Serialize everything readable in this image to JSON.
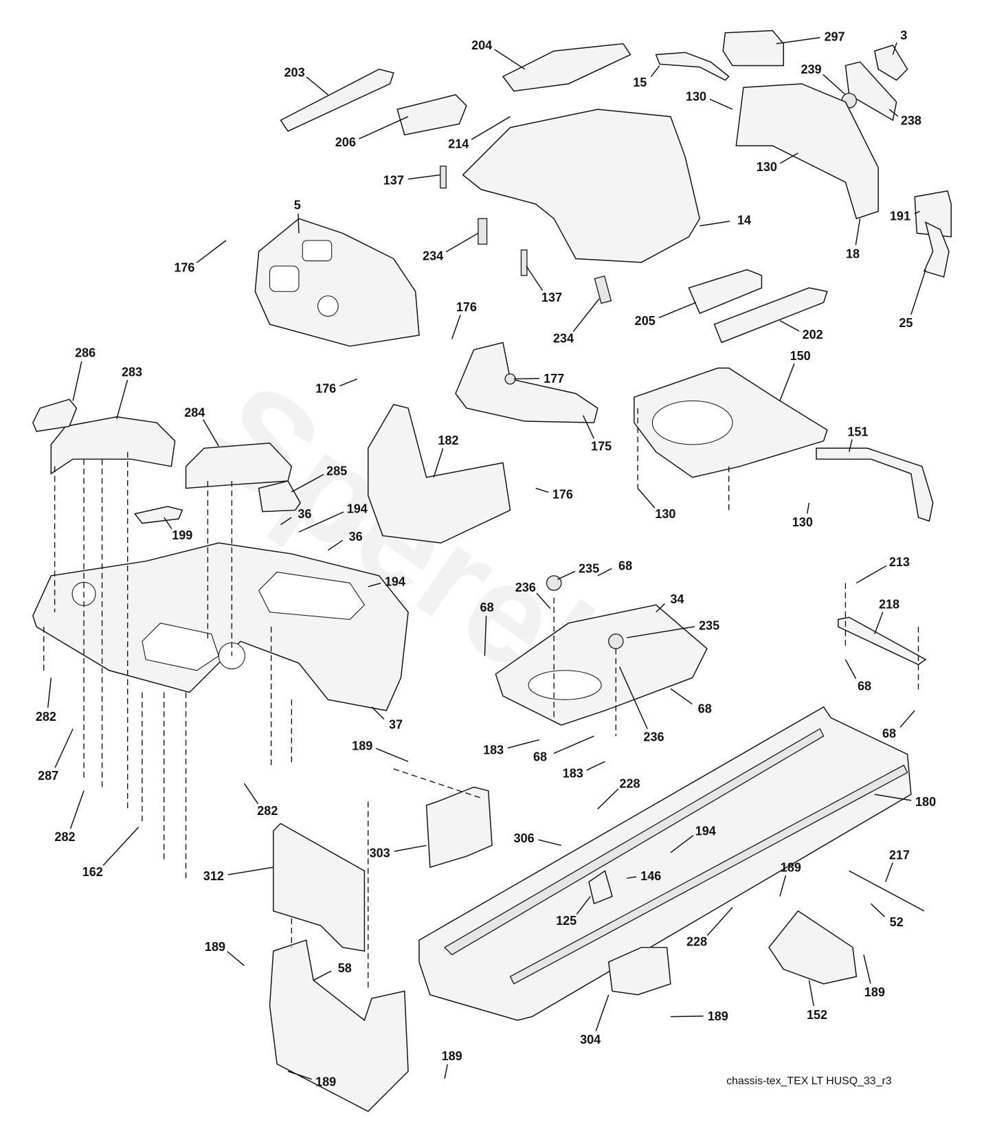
{
  "diagram": {
    "caption": "chassis-tex_TEX LT HUSQ_33_r3",
    "watermark": "Sperel",
    "labels": [
      "297",
      "3",
      "204",
      "239",
      "203",
      "15",
      "130",
      "238",
      "206",
      "214",
      "130",
      "191",
      "137",
      "5",
      "14",
      "18",
      "234",
      "176",
      "137",
      "176",
      "25",
      "234",
      "205",
      "202",
      "286",
      "150",
      "283",
      "177",
      "176",
      "284",
      "151",
      "182",
      "175",
      "285",
      "176",
      "130",
      "130",
      "36",
      "194",
      "199",
      "36",
      "194",
      "213",
      "235",
      "68",
      "34",
      "218",
      "236",
      "68",
      "235",
      "68",
      "68",
      "282",
      "37",
      "68",
      "236",
      "183",
      "68",
      "287",
      "183",
      "189",
      "228",
      "180",
      "282",
      "282",
      "303",
      "306",
      "194",
      "162",
      "312",
      "146",
      "217",
      "189",
      "125",
      "52",
      "228",
      "189",
      "58",
      "189",
      "152",
      "304",
      "189",
      "189",
      "189"
    ]
  }
}
